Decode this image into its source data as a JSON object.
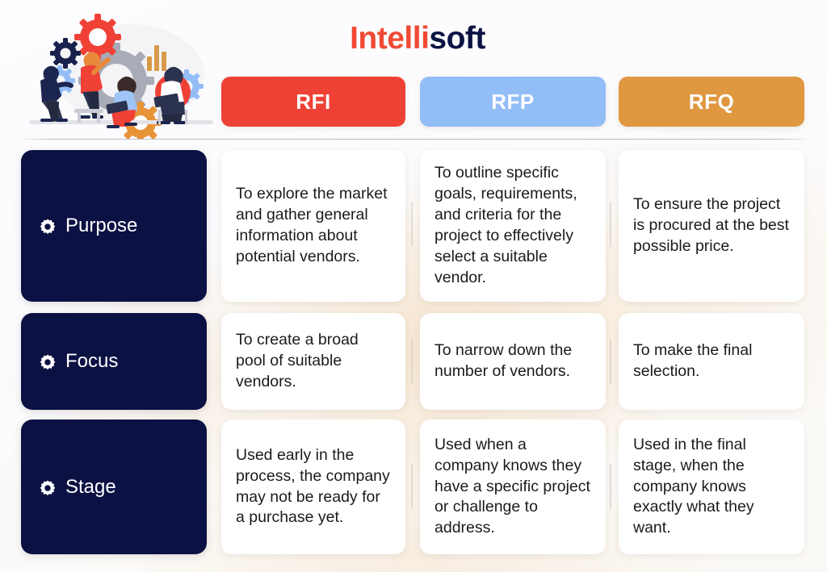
{
  "brand": {
    "logo_part_1": "Intelli",
    "logo_part_2": "soft",
    "color_accent_red": "#ee4135",
    "color_navy": "#0b1143",
    "color_light_blue": "#93bdf7",
    "color_orange": "#df9740"
  },
  "illustration": {
    "name": "team-working-with-gears-illustration"
  },
  "table": {
    "columns": [
      {
        "label": "RFI",
        "color": "#ee4135"
      },
      {
        "label": "RFP",
        "color": "#93bdf7"
      },
      {
        "label": "RFQ",
        "color": "#df9740"
      }
    ],
    "rows": [
      {
        "label": "Purpose",
        "icon": "gear-icon",
        "cells": [
          "To explore the market and gather general information about potential vendors.",
          "To outline specific goals, requirements, and criteria for the project to effectively select a suitable vendor.",
          "To ensure the project is procured at the best possible price."
        ]
      },
      {
        "label": "Focus",
        "icon": "gear-icon",
        "cells": [
          "To create a broad pool of suitable vendors.",
          "To narrow down the number of vendors.",
          "To make the final selection."
        ]
      },
      {
        "label": "Stage",
        "icon": "gear-icon",
        "cells": [
          "Used early in the process, the company may not be ready for a purchase yet.",
          "Used when a company knows they have a specific project or challenge to address.",
          "Used in the final stage, when the company knows exactly what they want."
        ]
      }
    ]
  }
}
